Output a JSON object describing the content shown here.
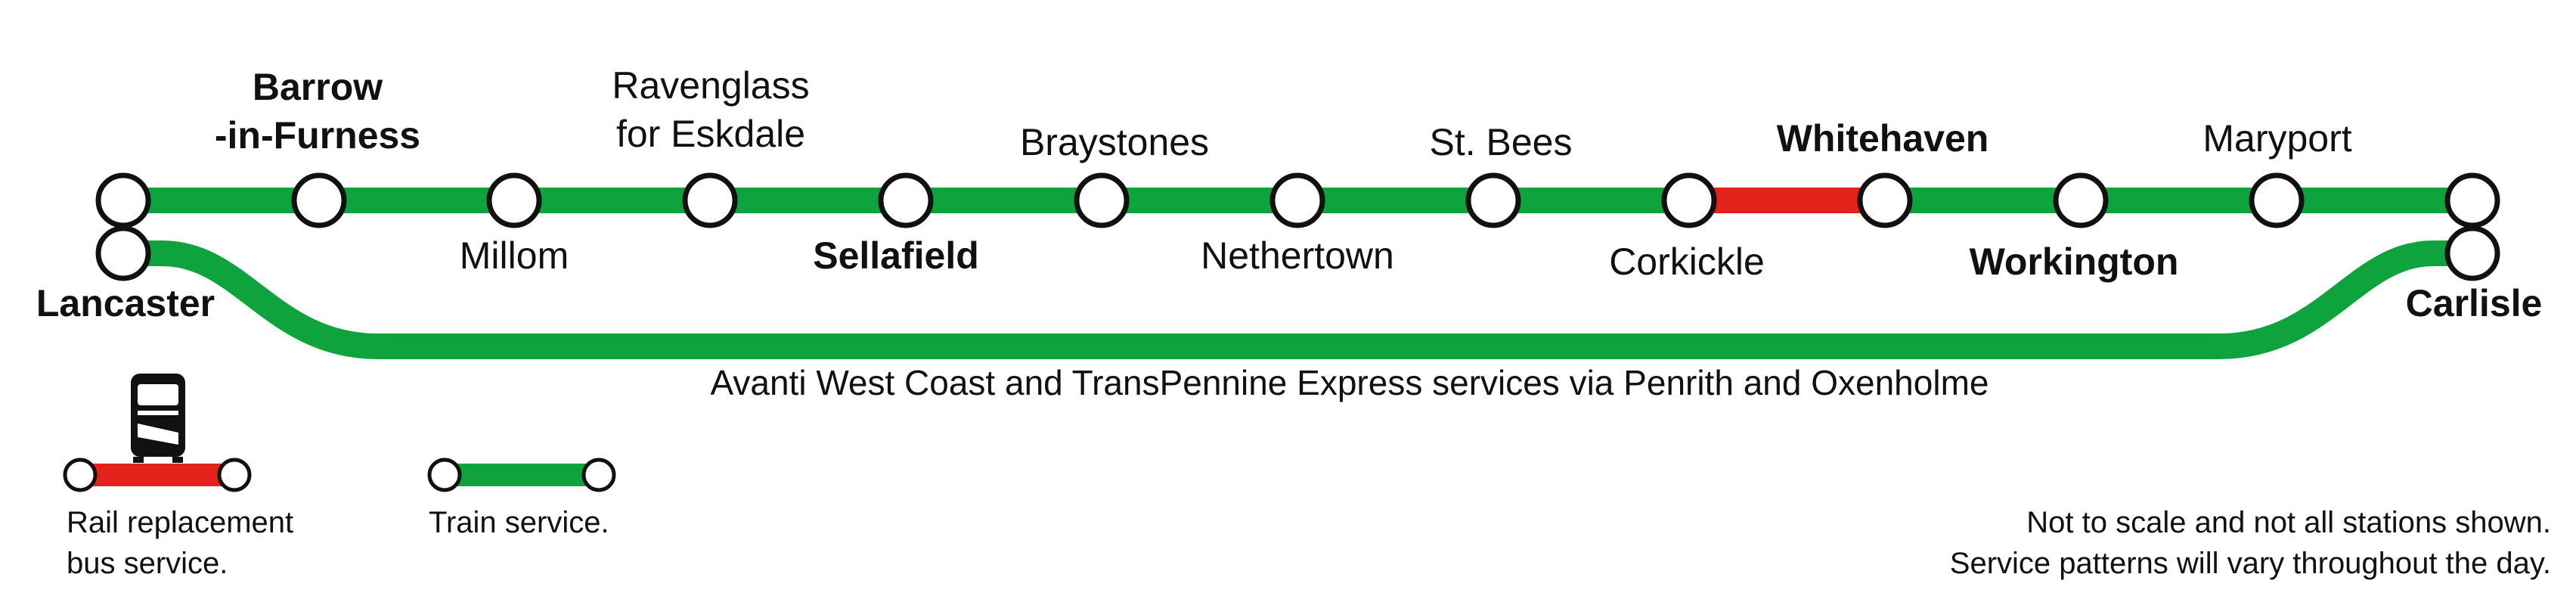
{
  "colors": {
    "train_line": "#0ea33d",
    "bus_line": "#e3221b",
    "station_fill": "#ffffff",
    "station_stroke": "#111111",
    "text": "#111111"
  },
  "stations": [
    {
      "id": "lancaster",
      "lines": [
        "Lancaster"
      ],
      "bold": true
    },
    {
      "id": "barrow",
      "lines": [
        "Barrow",
        "-in-Furness"
      ],
      "bold": true
    },
    {
      "id": "millom",
      "lines": [
        "Millom"
      ],
      "bold": false
    },
    {
      "id": "ravenglass",
      "lines": [
        "Ravenglass",
        "for Eskdale"
      ],
      "bold": false
    },
    {
      "id": "sellafield",
      "lines": [
        "Sellafield"
      ],
      "bold": true
    },
    {
      "id": "braystones",
      "lines": [
        "Braystones"
      ],
      "bold": false
    },
    {
      "id": "nethertown",
      "lines": [
        "Nethertown"
      ],
      "bold": false
    },
    {
      "id": "st-bees",
      "lines": [
        "St. Bees"
      ],
      "bold": false
    },
    {
      "id": "corkickle",
      "lines": [
        "Corkickle"
      ],
      "bold": false
    },
    {
      "id": "whitehaven",
      "lines": [
        "Whitehaven"
      ],
      "bold": true
    },
    {
      "id": "workington",
      "lines": [
        "Workington"
      ],
      "bold": true
    },
    {
      "id": "maryport",
      "lines": [
        "Maryport"
      ],
      "bold": false
    },
    {
      "id": "carlisle",
      "lines": [
        "Carlisle"
      ],
      "bold": true
    }
  ],
  "segments": [
    {
      "from": "lancaster",
      "to": "corkickle",
      "mode": "train"
    },
    {
      "from": "corkickle",
      "to": "whitehaven",
      "mode": "bus"
    },
    {
      "from": "whitehaven",
      "to": "carlisle",
      "mode": "train"
    }
  ],
  "bypass_label": "Avanti West Coast and TransPennine Express services via Penrith and Oxenholme",
  "legend": {
    "bus": {
      "lines": [
        "Rail replacement",
        "bus service."
      ],
      "icon": "bus-icon"
    },
    "train": {
      "lines": [
        "Train service."
      ]
    }
  },
  "notes": [
    "Not to scale and not all stations shown.",
    "Service patterns will vary throughout the day."
  ]
}
